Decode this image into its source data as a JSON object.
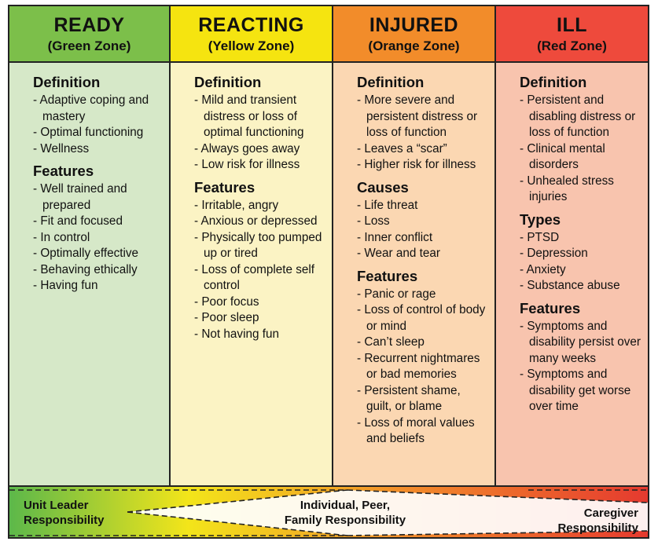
{
  "zones": [
    {
      "title": "READY",
      "subtitle": "(Green Zone)",
      "header_color": "#7cbf4a",
      "body_color": "#d6e8c8",
      "sections": [
        {
          "heading": "Definition",
          "items": [
            "Adaptive coping and mastery",
            "Optimal functioning",
            "Wellness"
          ]
        },
        {
          "heading": "Features",
          "items": [
            "Well trained and prepared",
            "Fit and focused",
            "In control",
            "Optimally effective",
            "Behaving ethically",
            "Having fun"
          ]
        }
      ]
    },
    {
      "title": "REACTING",
      "subtitle": "(Yellow Zone)",
      "header_color": "#f5e410",
      "body_color": "#fbf3c4",
      "sections": [
        {
          "heading": "Definition",
          "items": [
            "Mild and transient distress or loss of optimal functioning",
            "Always goes away",
            "Low risk for illness"
          ]
        },
        {
          "heading": "Features",
          "items": [
            "Irritable, angry",
            "Anxious or depressed",
            "Physically too pumped up or tired",
            "Loss of complete self control",
            "Poor focus",
            "Poor sleep",
            "Not having fun"
          ]
        }
      ]
    },
    {
      "title": "INJURED",
      "subtitle": "(Orange Zone)",
      "header_color": "#f28c2a",
      "body_color": "#fbd7b2",
      "sections": [
        {
          "heading": "Definition",
          "items": [
            "More severe and persistent distress or loss of function",
            "Leaves a “scar”",
            "Higher risk for illness"
          ]
        },
        {
          "heading": "Causes",
          "items": [
            "Life threat",
            "Loss",
            "Inner conflict",
            "Wear and tear"
          ]
        },
        {
          "heading": "Features",
          "items": [
            "Panic or rage",
            "Loss of control of body or mind",
            "Can’t sleep",
            "Recurrent nightmares or bad memories",
            "Persistent shame, guilt, or blame",
            "Loss of moral values and beliefs"
          ]
        }
      ]
    },
    {
      "title": "ILL",
      "subtitle": "(Red Zone)",
      "header_color": "#ee4a3c",
      "body_color": "#f8c4ae",
      "sections": [
        {
          "heading": "Definition",
          "items": [
            "Persistent and disabling distress or loss of function",
            "Clinical mental disorders",
            "Unhealed stress injuries"
          ]
        },
        {
          "heading": "Types",
          "items": [
            "PTSD",
            "Depression",
            "Anxiety",
            "Substance abuse"
          ]
        },
        {
          "heading": "Features",
          "items": [
            "Symptoms and disability persist over many weeks",
            "Symptoms and disability get worse over time"
          ]
        }
      ]
    }
  ],
  "responsibility": {
    "unit_leader": [
      "Unit Leader",
      "Responsibility"
    ],
    "individual": [
      "Individual, Peer,",
      "Family Responsibility"
    ],
    "caregiver": [
      "Caregiver",
      "Responsibility"
    ]
  }
}
